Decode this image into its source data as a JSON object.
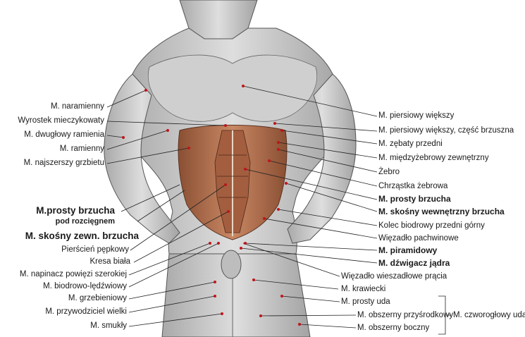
{
  "left_labels": [
    {
      "id": "naramienny",
      "text": "M. naramienny"
    },
    {
      "id": "wyrostek",
      "text": "Wyrostek mieczykowaty"
    },
    {
      "id": "dwuglowy",
      "text": "M. dwugłowy ramienia"
    },
    {
      "id": "ramienny",
      "text": "M. ramienny"
    },
    {
      "id": "najszerszy",
      "text": "M. najszerszy grzbietu"
    },
    {
      "id": "prosty_pod_1",
      "text": "M.prosty brzucha"
    },
    {
      "id": "prosty_pod_2",
      "text": "pod rozcięgnem"
    },
    {
      "id": "skosny_zewn",
      "text": "M. skośny zewn. brzucha"
    },
    {
      "id": "pierscien",
      "text": "Pierścień pępkowy"
    },
    {
      "id": "kresa",
      "text": "Kresa biała"
    },
    {
      "id": "napinacz",
      "text": "M. napinacz powięzi szerokiej"
    },
    {
      "id": "biodrowo",
      "text": "M. biodrowo-lędźwiowy"
    },
    {
      "id": "grzebieniowy",
      "text": "M. grzebieniowy"
    },
    {
      "id": "przywodziciel",
      "text": "M. przywodziciel wielki"
    },
    {
      "id": "smukly",
      "text": "M. smukły"
    }
  ],
  "right_labels": [
    {
      "id": "piersiowy_wiekszy",
      "text": "M. piersiowy większy"
    },
    {
      "id": "piersiowy_brzuszna",
      "text": "M. piersiowy większy, część brzuszna"
    },
    {
      "id": "zebaty",
      "text": "M. zębaty przedni"
    },
    {
      "id": "miedzyzebrowy",
      "text": "M. międzyżebrowy zewnętrzny"
    },
    {
      "id": "zebro",
      "text": "Żebro"
    },
    {
      "id": "chrzastka",
      "text": "Chrząstka żebrowa"
    },
    {
      "id": "prosty_brzucha",
      "text": "M. prosty brzucha"
    },
    {
      "id": "skosny_wewn",
      "text": "M. skośny wewnętrzny brzucha"
    },
    {
      "id": "kolec",
      "text": "Kolec biodrowy przedni górny"
    },
    {
      "id": "wiezadlo_pach",
      "text": "Więzadło pachwinowe"
    },
    {
      "id": "piramidowy",
      "text": "M. piramidowy"
    },
    {
      "id": "dzwigacz",
      "text": "M. dźwigacz jądra"
    },
    {
      "id": "wiezadlo_wiesz",
      "text": "Więzadło wieszadłowe prącia"
    },
    {
      "id": "krawiecki",
      "text": "M. krawiecki"
    },
    {
      "id": "prosty_uda",
      "text": "M. prosty uda"
    },
    {
      "id": "obszerny_przys",
      "text": "M. obszerny przyśrodkowy"
    },
    {
      "id": "obszerny_boczny",
      "text": "M. obszerny boczny"
    }
  ],
  "group_label": {
    "text": "M. czworogłowy uda"
  },
  "colors": {
    "muscle": "#c9c9c9",
    "abdomen": "#b3714a",
    "leader": "#222222",
    "marker": "#c0141b"
  }
}
